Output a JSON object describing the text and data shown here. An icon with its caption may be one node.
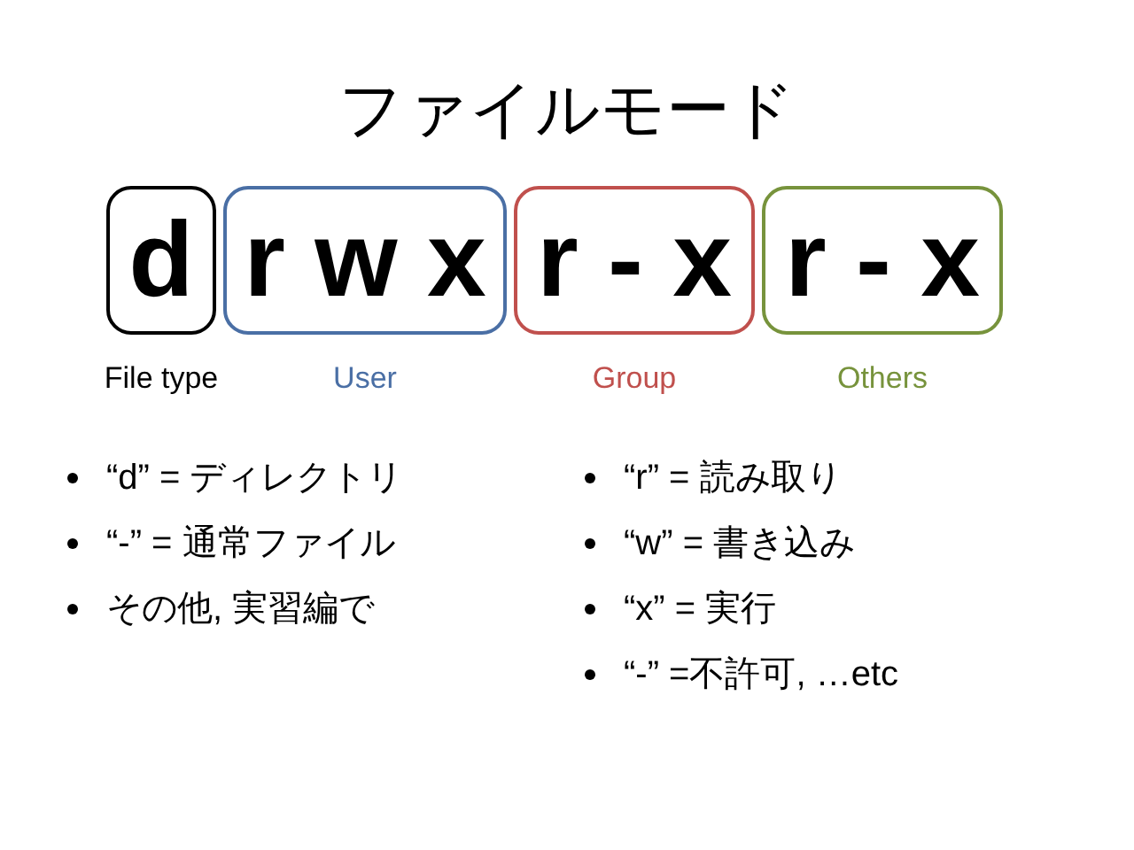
{
  "diagram": {
    "title": "ファイルモード",
    "nodes": [
      {
        "text": [
          "d"
        ],
        "beside": [
          "File type"
        ]
      },
      {
        "text": [
          "r w x"
        ],
        "beside": [
          "User"
        ]
      },
      {
        "text": [
          "r - x"
        ],
        "beside": [
          "Group"
        ]
      },
      {
        "text": [
          "r - x"
        ],
        "beside": [
          "Others"
        ]
      }
    ],
    "labels": [
      "“d” = ディレクトリ",
      "“-” = 通常ファイル",
      "その他, 実習編で",
      "“r” = 読み取り",
      "“w” = 書き込み",
      "“x” = 実行",
      "“-” =不許可, …etc"
    ]
  }
}
